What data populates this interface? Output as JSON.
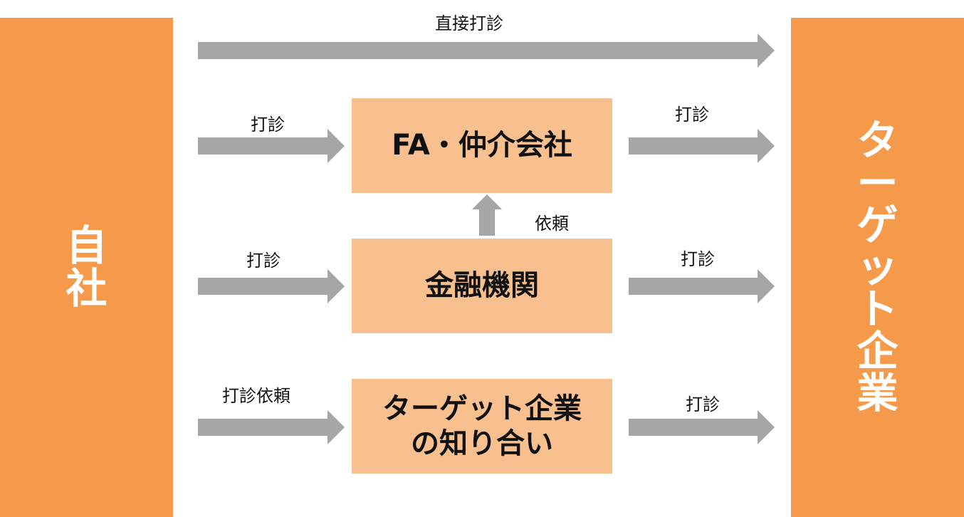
{
  "left_entity": {
    "chars": [
      "自",
      "社"
    ]
  },
  "right_entity": {
    "chars": [
      "タ",
      "ー",
      "ゲ",
      "ッ",
      "ト",
      "企",
      "業"
    ]
  },
  "direct_route": {
    "label": "直接打診"
  },
  "routes": [
    {
      "in_label": "打診",
      "box_lines": [
        "FA・仲介会社"
      ],
      "out_label": "打診"
    },
    {
      "in_label": "打診",
      "box_lines": [
        "金融機関"
      ],
      "out_label": "打診"
    },
    {
      "in_label": "打診依頼",
      "box_lines": [
        "ターゲット企業",
        "の知り合い"
      ],
      "out_label": "打診"
    }
  ],
  "request_link": {
    "label": "依頼"
  },
  "colors": {
    "entity_fill": "#f5994a",
    "intermediary_fill": "#f8c08f",
    "arrow_fill": "#a6a6a6"
  }
}
